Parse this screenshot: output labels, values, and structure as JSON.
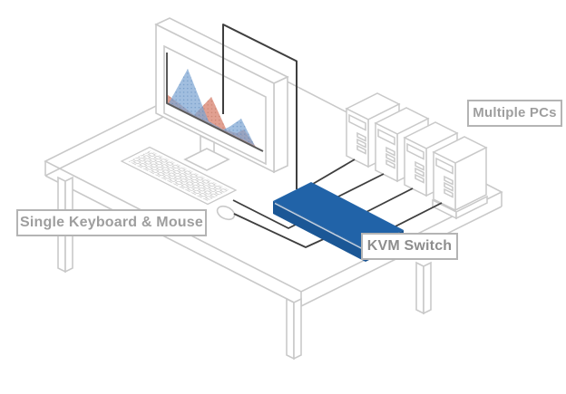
{
  "scene": {
    "description": "KVM switch connection diagram",
    "labels": {
      "keyboard_mouse": "Single Keyboard & Mouse",
      "pcs": "Multiple PCs",
      "kvm": "KVM Switch"
    },
    "colors": {
      "background": "#ffffff",
      "outline": "#c9c9c9",
      "outline_soft": "#d2d2d2",
      "cable": "#3e3e3e",
      "axis": "#5a5a5a",
      "chart_blue": "#7da5d2",
      "chart_salmon": "#d98876",
      "chart_blue_dot": "#4f7fb4",
      "chart_salmon_dot": "#b56a55",
      "switch_top": "#2163a8",
      "switch_left": "#1b5796",
      "switch_right": "#19518c",
      "switch_highlight": "#c9d4e2",
      "label_border": "#b4b4b4",
      "label_text": "#9e9e9e",
      "kvm_text": "#8d8d8d",
      "white": "#ffffff"
    },
    "parts": {
      "desk": "desk",
      "monitor": "monitor with area chart",
      "keyboard": "keyboard",
      "mouse": "mouse",
      "kvm_switch": "KVM switch",
      "pc_count": 4
    }
  }
}
